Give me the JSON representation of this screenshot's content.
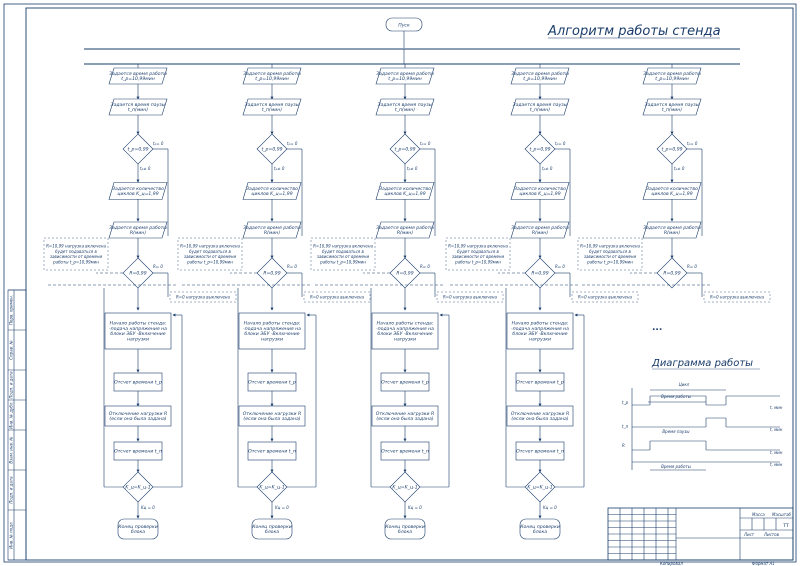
{
  "header": {
    "title": "Алгоритм работы стенда",
    "start_label": "Пуск"
  },
  "columns": [
    {
      "id": "c1",
      "step1": "Задается время работы t_p=10,99мин",
      "step2": "Задается время паузы t_п(мин)",
      "dec1": "t_p=0,99",
      "step4": "Задается количество циклов K_ц=1,99",
      "step5": "Задается время работы R(мин)",
      "note": "R=10,99 нагрузка включена будет подаваться в зависимости от времени работы t_p=10,99мин",
      "dec2": "R=0,99",
      "rnote": "R=0 нагрузка выключена",
      "step8": "Начало работы стенда: -подача напряжения на блоки ЭБУ -Включение нагрузки",
      "step9": "Отсчет времени t_p",
      "step10": "Отключение нагрузки R (если она была задана)",
      "step11": "Отсчет времени t_п",
      "dec3": "K_ц=K_ц-1",
      "end": "Конец проверки блока"
    },
    {
      "id": "c2",
      "step1": "Задается время работы t_p=10,99мин",
      "step2": "Задается время паузы t_п(мин)",
      "dec1": "t_p=0,99",
      "step4": "Задается количество циклов K_ц=1,99",
      "step5": "Задается время работы R(мин)",
      "note": "R=10,99 нагрузка включена будет подаваться в зависимости от времени работы t_p=10,99мин",
      "dec2": "R=0,99",
      "rnote": "R=0 нагрузка выключена",
      "step8": "Начало работы стенда: -подача напряжения на блоки ЭБУ -Включение нагрузки",
      "step9": "Отсчет времени t_p",
      "step10": "Отключение нагрузки R (если она была задана)",
      "step11": "Отсчет времени t_п",
      "dec3": "K_ц=K_ц-1",
      "end": "Конец проверки блока"
    },
    {
      "id": "c3",
      "step1": "Задается время работы t_p=10,99мин",
      "step2": "Задается время паузы t_п(мин)",
      "dec1": "t_p=0,99",
      "step4": "Задается количество циклов K_ц=1,99",
      "step5": "Задается время работы R(мин)",
      "note": "R=10,99 нагрузка включена будет подаваться в зависимости от времени работы t_p=10,99мин",
      "dec2": "R=0,99",
      "rnote": "R=0 нагрузка выключена",
      "step8": "Начало работы стенда: -подача напряжения на блоки ЭБУ -Включение нагрузки",
      "step9": "Отсчет времени t_p",
      "step10": "Отключение нагрузки R (если она была задана)",
      "step11": "Отсчет времени t_п",
      "dec3": "K_ц=K_ц-1",
      "end": "Конец проверки блока"
    },
    {
      "id": "c4",
      "step1": "Задается время работы t_p=10,99мин",
      "step2": "Задается время паузы t_п(мин)",
      "dec1": "t_p=0,99",
      "step4": "Задается количество циклов K_ц=1,99",
      "step5": "Задается время работы R(мин)",
      "note": "R=10,99 нагрузка включена будет подаваться в зависимости от времени работы t_p=10,99мин",
      "dec2": "R=0,99",
      "rnote": "R=0 нагрузка выключена",
      "step8": "Начало работы стенда: -подача напряжения на блоки ЭБУ -Включение нагрузки",
      "step9": "Отсчет времени t_p",
      "step10": "Отключение нагрузки R (если она была задана)",
      "step11": "Отсчет времени t_п",
      "dec3": "K_ц=K_ц-1",
      "end": "Конец проверки блока"
    },
    {
      "id": "c5",
      "step1": "Задается время работы t_p=10,99мин",
      "step2": "Задается время паузы t_п(мин)",
      "dec1": "t_p=0,99",
      "step4": "Задается количество циклов K_ц=1,99",
      "step5": "Задается время работы R(мин)",
      "note": "R=10,99 нагрузка включена будет подаваться в зависимости от времени работы t_p=10,99мин",
      "dec2": "R=0,99",
      "rnote": "R=0 нагрузка выключена"
    }
  ],
  "diagram": {
    "title": "Диаграмма работы",
    "cycle": "Цикл",
    "work": "Время работы",
    "pause": "Время паузы",
    "load_time": "Время работы",
    "axis": "t, мин",
    "sig1": "t_p",
    "sig2": "t_п",
    "sig3": "R"
  },
  "title_block": {
    "doc": "ТТ",
    "sheet_label": "Лист",
    "sheets_label": "Листов",
    "mass_label": "Масса",
    "scale_label": "Масштаб",
    "copied": "Копировал",
    "format": "Формат A1"
  },
  "side_stamp": [
    "Перв. примен.",
    "Справ. №",
    "Подп. и дата",
    "Инв. № дубл.",
    "Взам. инв. №",
    "Подп. и дата",
    "Инв. № подл."
  ]
}
